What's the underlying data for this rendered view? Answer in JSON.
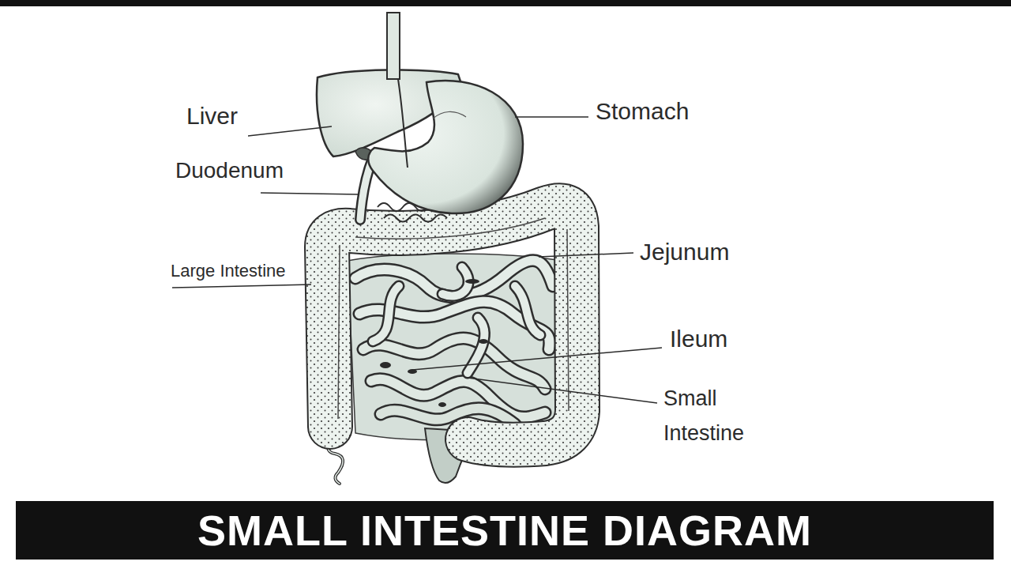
{
  "diagram": {
    "title": "SMALL INTESTINE DIAGRAM",
    "labels": [
      "Liver",
      "Stomach",
      "Duodenum",
      "Large Intestine",
      "Jejunum",
      "Ileum",
      "Small Intestine"
    ]
  }
}
